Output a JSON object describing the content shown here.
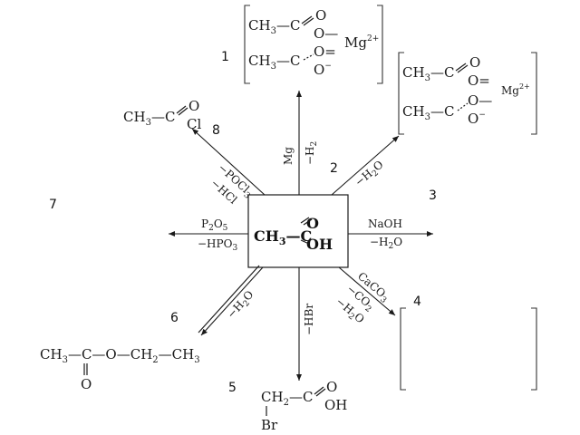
{
  "center": {
    "left": "CH",
    "sub": "3",
    "dash": "—C",
    "top": "O",
    "bottom": "OH"
  },
  "numbers": {
    "n1": "1",
    "n2": "2",
    "n3": "3",
    "n4": "4",
    "n5": "5",
    "n6": "6",
    "n7": "7",
    "n8": "8"
  },
  "product1": {
    "row1_left": "CH",
    "row1_sub": "3",
    "row1_mid": "—C",
    "row1_top": "O",
    "row1_bottom": "O—",
    "row2_left": "CH",
    "row2_sub": "3",
    "row2_mid": "—C",
    "row2_top": "O=",
    "row2_bottom": "O",
    "ion": "Mg",
    "ion_charge": "2+",
    "row2_bottom_charge": "−"
  },
  "product2": {
    "row1_left": "CH",
    "row1_sub": "3",
    "row1_mid": "—C",
    "row1_top": "O",
    "row1_bottom": "O=",
    "row2_left": "CH",
    "row2_sub": "3",
    "row2_mid": "—C",
    "row2_top": "O—",
    "row2_bottom": "O",
    "ion": "Mg",
    "ion_charge": "2+",
    "row2_bottom_charge": "−"
  },
  "product8": {
    "left": "CH",
    "sub": "3",
    "mid": "—C",
    "top": "O",
    "bottom": "Cl"
  },
  "product6": {
    "formula": "CH",
    "sub1": "3",
    "rest1": "—C—O—CH",
    "sub2": "2",
    "rest2": "—CH",
    "sub3": "3",
    "below": "O"
  },
  "product5": {
    "top_left": "CH",
    "sub": "2",
    "mid": "—C",
    "top": "O",
    "bottom": "OH",
    "below": "Br"
  },
  "conditions": {
    "r1_a": "Mg",
    "r1_b": "−H",
    "r1_b_sub": "2",
    "r2": "−H",
    "r2_sub": "2",
    "r2_end": "O",
    "r3_a": "NaOH",
    "r3_b": "−H",
    "r3_b_sub": "2",
    "r3_b_end": "O",
    "r4_a": "CaCO",
    "r4_a_sub": "3",
    "r4_b": "−CO",
    "r4_b_sub": "2",
    "r4_c": "−H",
    "r4_c_sub": "2",
    "r4_c_end": "O",
    "r5": "−HBr",
    "r6": "−H",
    "r6_sub": "2",
    "r6_end": "O",
    "r7_a": "P",
    "r7_a_sub1": "2",
    "r7_a_mid": "O",
    "r7_a_sub2": "5",
    "r7_b": "−HPO",
    "r7_b_sub": "3",
    "r8_a": "−POCl",
    "r8_a_sub": "3",
    "r8_b": "−HCl"
  }
}
